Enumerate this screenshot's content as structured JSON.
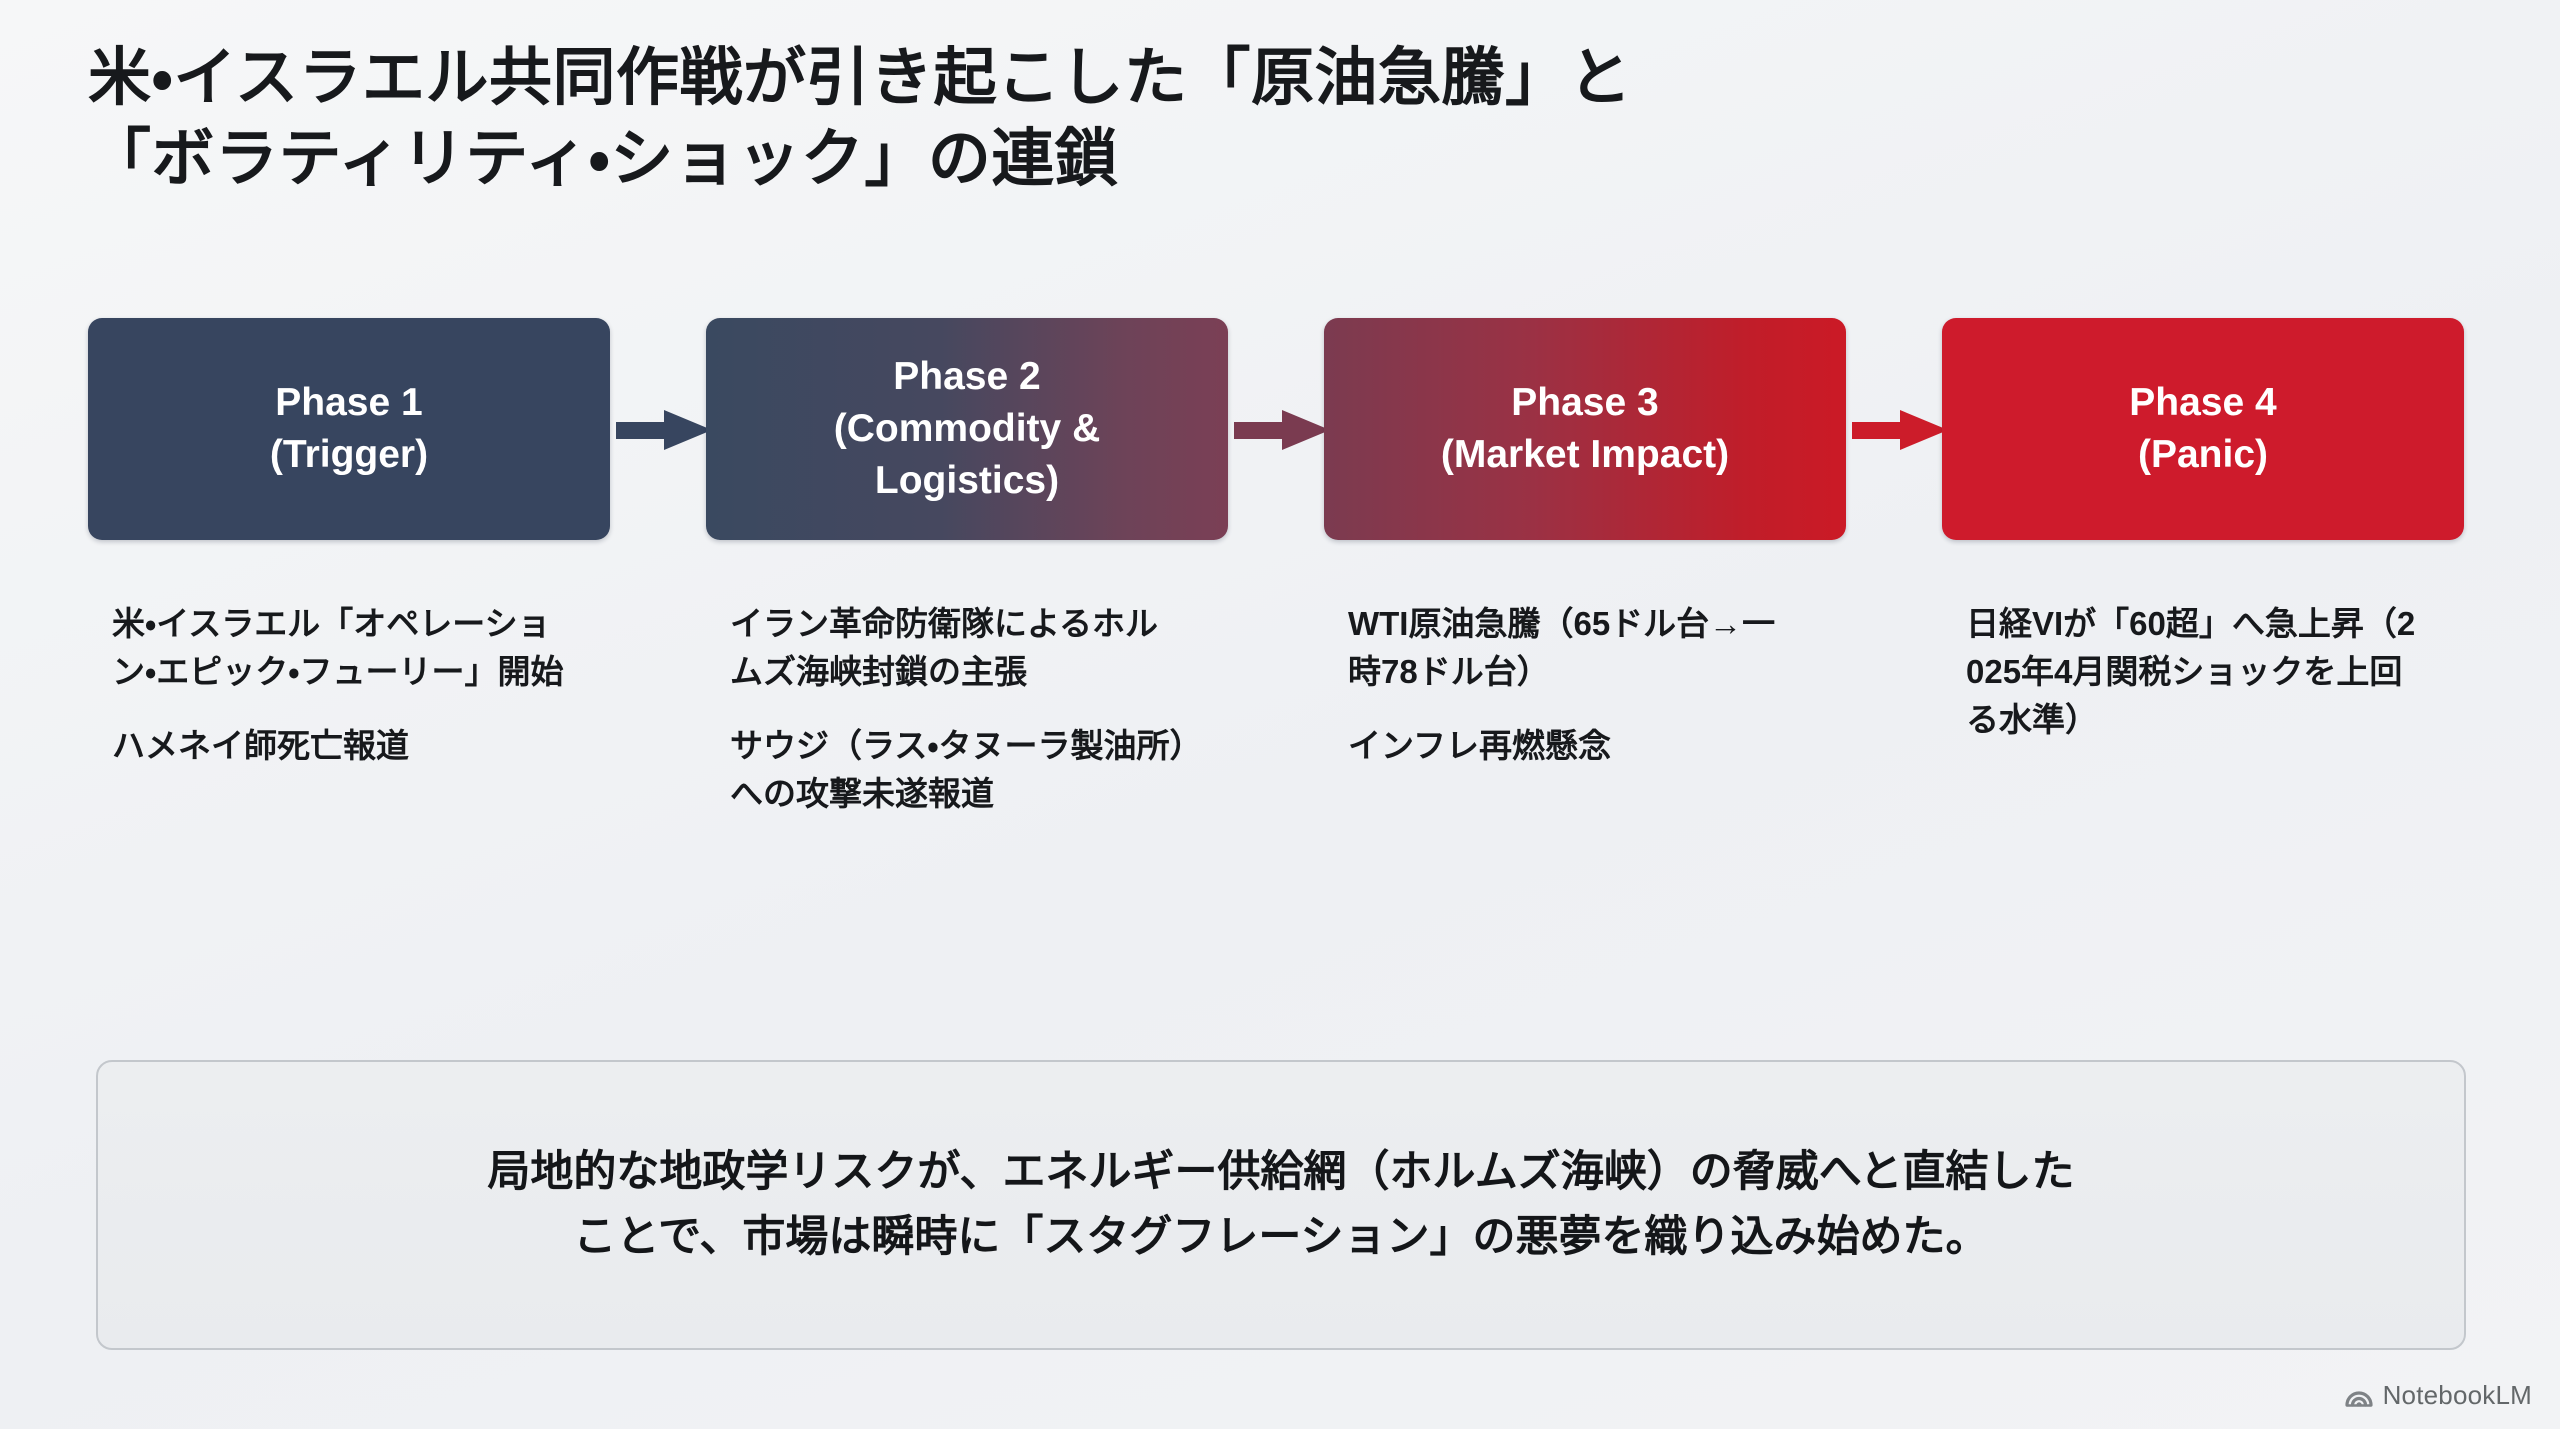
{
  "title": {
    "line1": "米・イスラエル共同作戦が引き起こした「原油急騰」と",
    "line2": "「ボラティリティ・ショック」の連鎖"
  },
  "flow": {
    "phases": [
      {
        "id": "phase-1",
        "heading": "Phase 1\n(Trigger)",
        "color": "#37455f",
        "bullets": [
          "米・イスラエル「オペレーション・エピック・フューリー」開始",
          "ハメネイ師死亡報道"
        ]
      },
      {
        "id": "phase-2",
        "heading": "Phase 2\n(Commodity &\nLogistics)",
        "color": "#7b3f55",
        "bullets": [
          "イラン革命防衛隊によるホルムズ海峡封鎖の主張",
          "サウジ（ラス・タヌーラ製油所）への攻撃未遂報道"
        ]
      },
      {
        "id": "phase-3",
        "heading": "Phase 3\n(Market Impact)",
        "color": "#c11d29",
        "bullets": [
          "WTI原油急騰（65ドル台→一時78ドル台）",
          "インフレ再燃懸念"
        ]
      },
      {
        "id": "phase-4",
        "heading": "Phase 4\n(Panic)",
        "color": "#ce1b2c",
        "bullets": [
          "日経VIが「60超」へ急上昇（2025年4月関税ショックを上回る水準）"
        ]
      }
    ],
    "arrows": [
      {
        "id": "arrow-1-2",
        "color": "#37455f"
      },
      {
        "id": "arrow-2-3",
        "color": "#7a3b50"
      },
      {
        "id": "arrow-3-4",
        "color": "#cc1c2a"
      }
    ]
  },
  "summary": {
    "line1": "局地的な地政学リスクが、エネルギー供給網（ホルムズ海峡）の脅威へと直結した",
    "line2": "ことで、市場は瞬時に「スタグフレーション」の悪夢を織り込み始めた。"
  },
  "brand": {
    "icon": "notebooklm-spiral-icon",
    "label": "NotebookLM"
  }
}
